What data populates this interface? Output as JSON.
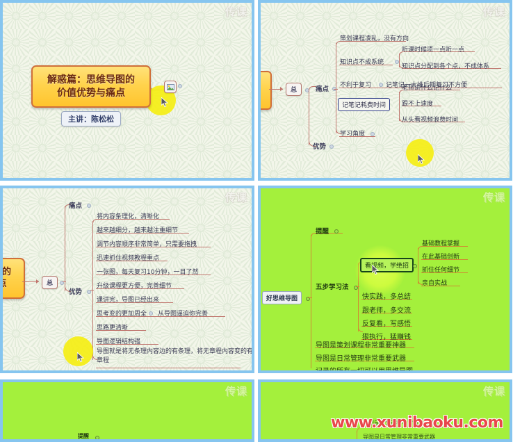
{
  "brand": {
    "logo_text": "传课",
    "watermark_url": "www.xunibaoku.com"
  },
  "panels": [
    {
      "id": "panel-1",
      "kind": "title-slide",
      "title_line1": "解惑篇：思维导图的",
      "title_line2": "价值优势与痛点",
      "presenter": "主讲：陈松松",
      "root_node_label": "",
      "logo_text": "传课"
    },
    {
      "id": "panel-2",
      "kind": "mindmap",
      "logo_text": "传课",
      "center_label": "总",
      "branches": [
        {
          "label": "痛点",
          "children": [
            {
              "text": "策划课程凌乱，没有方向",
              "children": []
            },
            {
              "text": "知识点不成系统",
              "children": [
                "听课时候项一点听一点",
                "知识点分配到各个点，不成体系"
              ]
            },
            {
              "text": "不利于复习",
              "children": [
                "记笔记一大堆后期复习不方便"
              ]
            },
            {
              "text": "记笔记耗费时间",
              "selected": true,
              "children": [
                "老师讲什么记什么",
                "跟不上速度",
                "从头看视频浪费时间"
              ]
            },
            {
              "text": "学习角度",
              "children": []
            }
          ]
        },
        {
          "label": "优势",
          "children": []
        }
      ]
    },
    {
      "id": "panel-3",
      "kind": "mindmap",
      "logo_text": "传课",
      "center_label": "总",
      "root_fragment_line1": "图的",
      "root_fragment_line2": "点",
      "branch_pain_label": "痛点",
      "branch_adv_label": "优势",
      "advantages": [
        "将内容条理化，清晰化",
        "越来越细分，越来越注重细节",
        "调节内容顺序非常简单，只需要拖拽",
        "迅速抓住视频教程重点",
        "一张图，每天复习10分钟，一目了然",
        "升级课程更方便，完善细节",
        "课讲完，导图已经出来",
        "思考变的更加周全",
        "思路更清晰",
        "导图逻辑结构强",
        "导图就是将无条理内容边的有条理，将无章程内容变的有章程"
      ],
      "advantage_8_note": "从导图逼迫你完善"
    },
    {
      "id": "panel-4",
      "kind": "mindmap-green",
      "logo_text": "传课",
      "root_label": "好思维导图",
      "branch_remind_label": "提醒",
      "branch_five_step_label": "五步学习法",
      "selected_node": "看视频，学绝招",
      "selected_children": [
        "基础教程掌握",
        "在此基础创新",
        "抓住任何细节",
        "亲自实战"
      ],
      "five_steps": [
        "快实践，多总结",
        "跟老师，多交流",
        "反复看，写感悟",
        "狠执行，猛赚钱"
      ],
      "extras": [
        "导图是策划课程非常重要神器",
        "导图是日常管理非常重要武器",
        "记录的所有一切可以用思维导图"
      ]
    },
    {
      "id": "panel-5",
      "kind": "mindmap-green-partial",
      "logo_text": "传课",
      "branch_remind_label": "提醒"
    },
    {
      "id": "panel-6",
      "kind": "mindmap-green-partial",
      "logo_text": "传课",
      "watermark_url": "www.xunibaoku.com"
    }
  ],
  "colors": {
    "panel_border": "#86c5ef",
    "paper_bg": "#f3f6ea",
    "green_bg": "#a4f03c",
    "branch_line": "#c0766e",
    "branch_line_green": "#cf8a33",
    "title_box_fill": "#ffd34d",
    "title_box_border": "#cf6f3a",
    "selection_border": "#2c3a86",
    "cursor_highlight": "#f5ee13",
    "watermark_red": "#e8474a"
  }
}
